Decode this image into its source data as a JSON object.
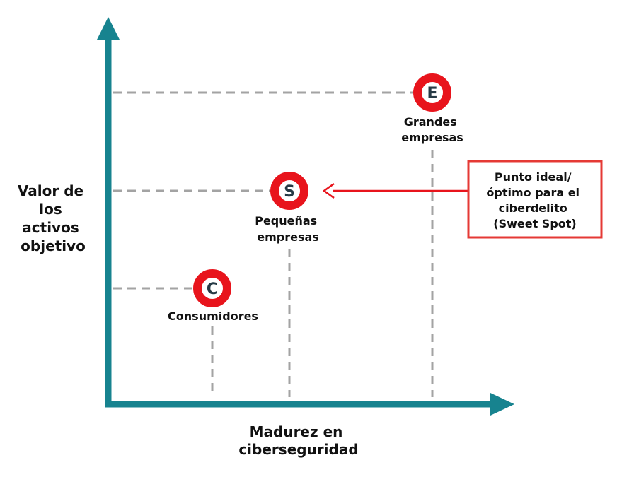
{
  "y_axis_label": [
    "Valor de",
    "los",
    "activos",
    "objetivo"
  ],
  "x_axis_label": [
    "Madurez en",
    "ciberseguridad"
  ],
  "points": [
    {
      "letter": "E",
      "label": [
        "Grandes",
        "empresas"
      ]
    },
    {
      "letter": "S",
      "label": [
        "Pequeñas",
        "empresas"
      ]
    },
    {
      "letter": "C",
      "label": [
        "Consumidores"
      ]
    }
  ],
  "callout": [
    "Punto ideal/",
    "óptimo para el",
    "ciberdelito",
    "(Sweet Spot)"
  ],
  "colors": {
    "axis": "#17838f",
    "marker": "#e8141c",
    "callout": "#e53935",
    "dash": "#a3a3a3"
  }
}
